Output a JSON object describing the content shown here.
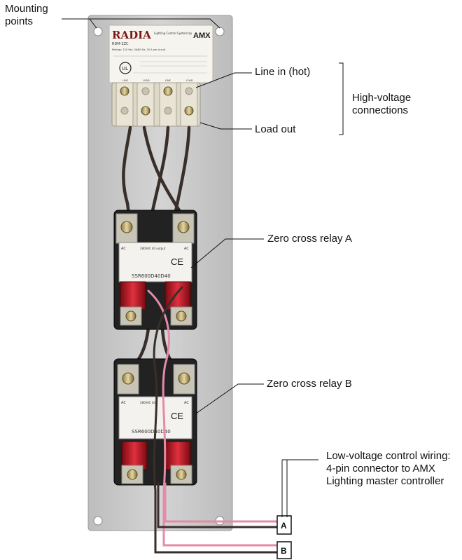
{
  "labels": {
    "mounting_points": "Mounting points",
    "line_in": "Line in (hot)",
    "load_out": "Load out",
    "high_voltage": "High-voltage connections",
    "relay_a": "Zero cross relay A",
    "relay_b": "Zero cross relay B",
    "low_voltage": "Low-voltage control wiring: 4-pin connector to AMX Lighting master controller"
  },
  "plate": {
    "brand": "RADIA",
    "brand_sub": "Lighting Control System by",
    "brand_amx": "AMX",
    "model": "RDM-2ZC",
    "ratings": "Ratings: 120 Vac, 50/60 Hz, 20 A per circuit",
    "terminal_labels": [
      "LINE",
      "LOAD",
      "LINE",
      "LOAD"
    ]
  },
  "relays": {
    "a_label": "SSR600D40D40",
    "b_label": "SSR600D40D40",
    "ac_label": "AC",
    "ce_mark": "CE",
    "output_label": "280VAC 40 output",
    "output_label_b": "280VAC 40A"
  },
  "connector": {
    "a": "A",
    "b": "B"
  },
  "colors": {
    "panel": "#c9c9c9",
    "wire_dark": "#3a2e2a",
    "wire_pink": "#e58aa8",
    "relay_body": "#222222",
    "terminal_red": "#b8101c"
  }
}
